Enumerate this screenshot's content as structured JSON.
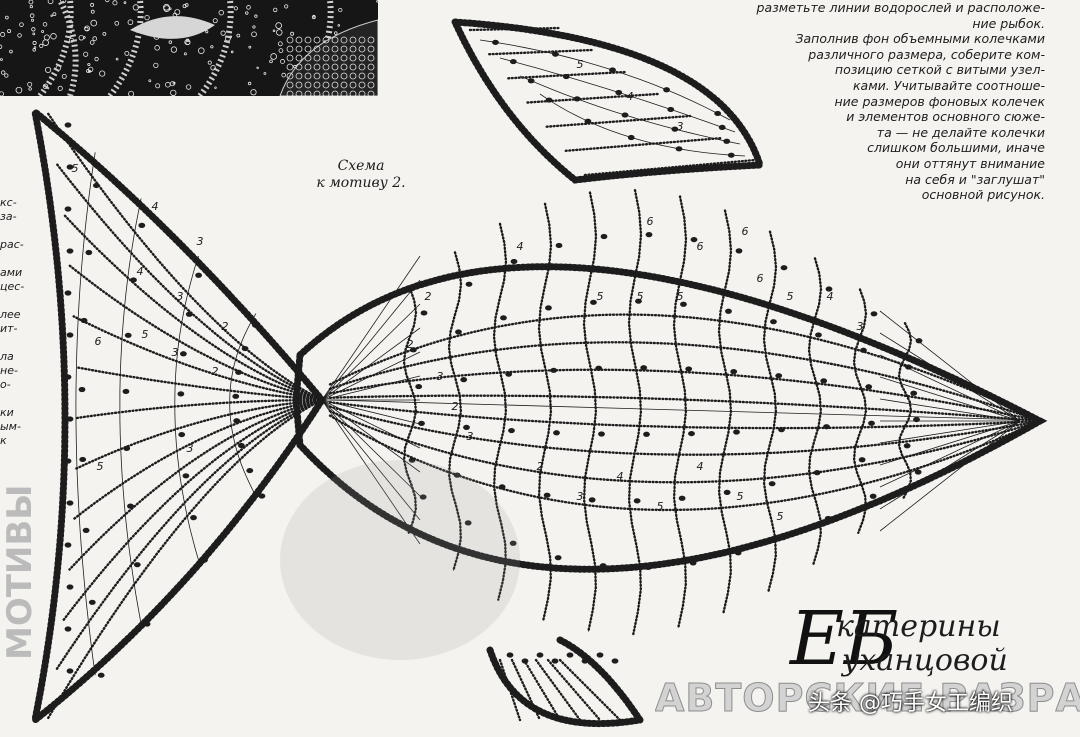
{
  "caption": {
    "line1": "Схема",
    "line2": "к мотиву 2."
  },
  "instructions": [
    "разметьте линии водорослей и расположе-",
    "ние рыбок.",
    "Заполнив фон объемными колечками",
    "различного размера, соберите ком-",
    "позицию сеткой с витыми узел-",
    "ками. Учитывайте соотноше-",
    "ние размеров фоновых колечек",
    "и элементов основного сюже-",
    "та — не делайте колечки",
    "слишком большими, иначе",
    "они оттянут внимание",
    "на себя и \"заглушат\"",
    "основной рисунок."
  ],
  "margin_text": [
    "кс-",
    "за-",
    "",
    "рас-",
    "",
    "ами",
    "цес-",
    "",
    "лее",
    "ит-",
    "",
    "ла",
    "не-",
    "о-",
    "",
    "ки",
    "ым-",
    "к"
  ],
  "author": {
    "monogram": "ЕБ",
    "line1": "катерины",
    "line2": "уханцовой"
  },
  "banner": "АВТОРСКИЕ РАЗРАБОТКИ",
  "watermark": "头条 @巧手女工编织",
  "ghost_text": "МОТИВЫ",
  "fin_numbers": {
    "tail": [
      "5",
      "4",
      "3",
      "4",
      "3",
      "2",
      "6",
      "5",
      "3",
      "2",
      "3",
      "5"
    ],
    "body": [
      "2",
      "2",
      "3",
      "2",
      "3",
      "4",
      "5",
      "5",
      "5",
      "6",
      "6",
      "6",
      "6",
      "5",
      "4",
      "3",
      "2",
      "3",
      "4",
      "5",
      "4",
      "5",
      "5"
    ],
    "dorsal": [
      "5",
      "4",
      "3"
    ]
  },
  "colors": {
    "ink": "#1d1d1d",
    "paper": "#f4f3f0",
    "photo_bg": "#161616"
  }
}
